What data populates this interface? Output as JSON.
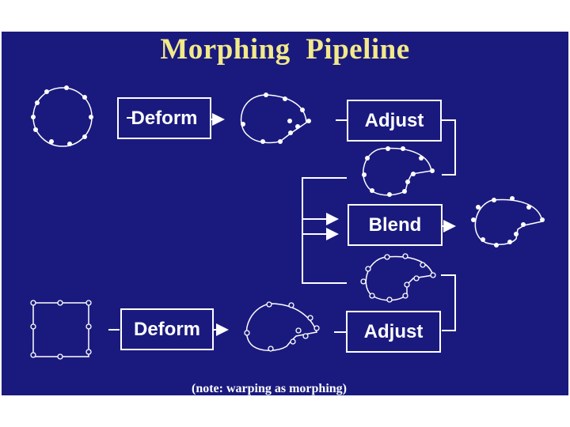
{
  "title": "Morphing  Pipeline",
  "note": "(note: warping as morphing)",
  "boxes": {
    "deform_top": "Deform",
    "adjust_top": "Adjust",
    "blend": "Blend",
    "deform_bottom": "Deform",
    "adjust_bottom": "Adjust"
  },
  "colors": {
    "background": "#1a1a7e",
    "title": "#f2e98a",
    "foreground": "#ffffff"
  }
}
